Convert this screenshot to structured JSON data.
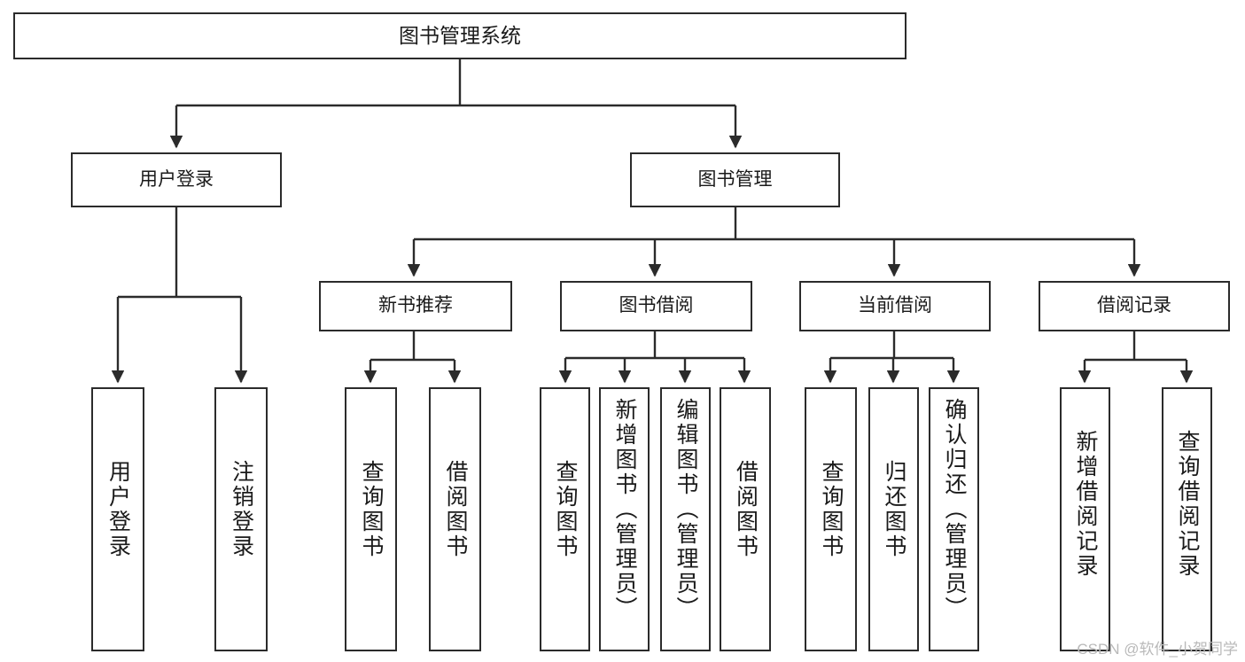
{
  "diagram": {
    "type": "tree",
    "title": "图书管理系统",
    "watermark": "CSDN @软件_小贺同学",
    "style": {
      "box_fill": "#ffffff",
      "box_stroke": "#2b2b2b",
      "connector_stroke": "#2b2b2b",
      "text_color": "#1a1a1a",
      "watermark_color": "#b9b9b9",
      "background": "#ffffff"
    },
    "root": {
      "label": "图书管理系统"
    },
    "level1": [
      {
        "label": "用户登录"
      },
      {
        "label": "图书管理"
      }
    ],
    "level2": [
      {
        "label": "新书推荐"
      },
      {
        "label": "图书借阅"
      },
      {
        "label": "当前借阅"
      },
      {
        "label": "借阅记录"
      }
    ],
    "leaves": {
      "user_login": [
        {
          "label": "用户登录"
        },
        {
          "label": "注销登录"
        }
      ],
      "new_book_recommend": [
        {
          "label": "查询图书"
        },
        {
          "label": "借阅图书"
        }
      ],
      "book_borrow": [
        {
          "label": "查询图书"
        },
        {
          "label": "新增图书（管理员）"
        },
        {
          "label": "编辑图书（管理员）"
        },
        {
          "label": "借阅图书"
        }
      ],
      "current_borrow": [
        {
          "label": "查询图书"
        },
        {
          "label": "归还图书"
        },
        {
          "label": "确认归还（管理员）"
        }
      ],
      "borrow_record": [
        {
          "label": "新增借阅记录"
        },
        {
          "label": "查询借阅记录"
        }
      ]
    }
  }
}
